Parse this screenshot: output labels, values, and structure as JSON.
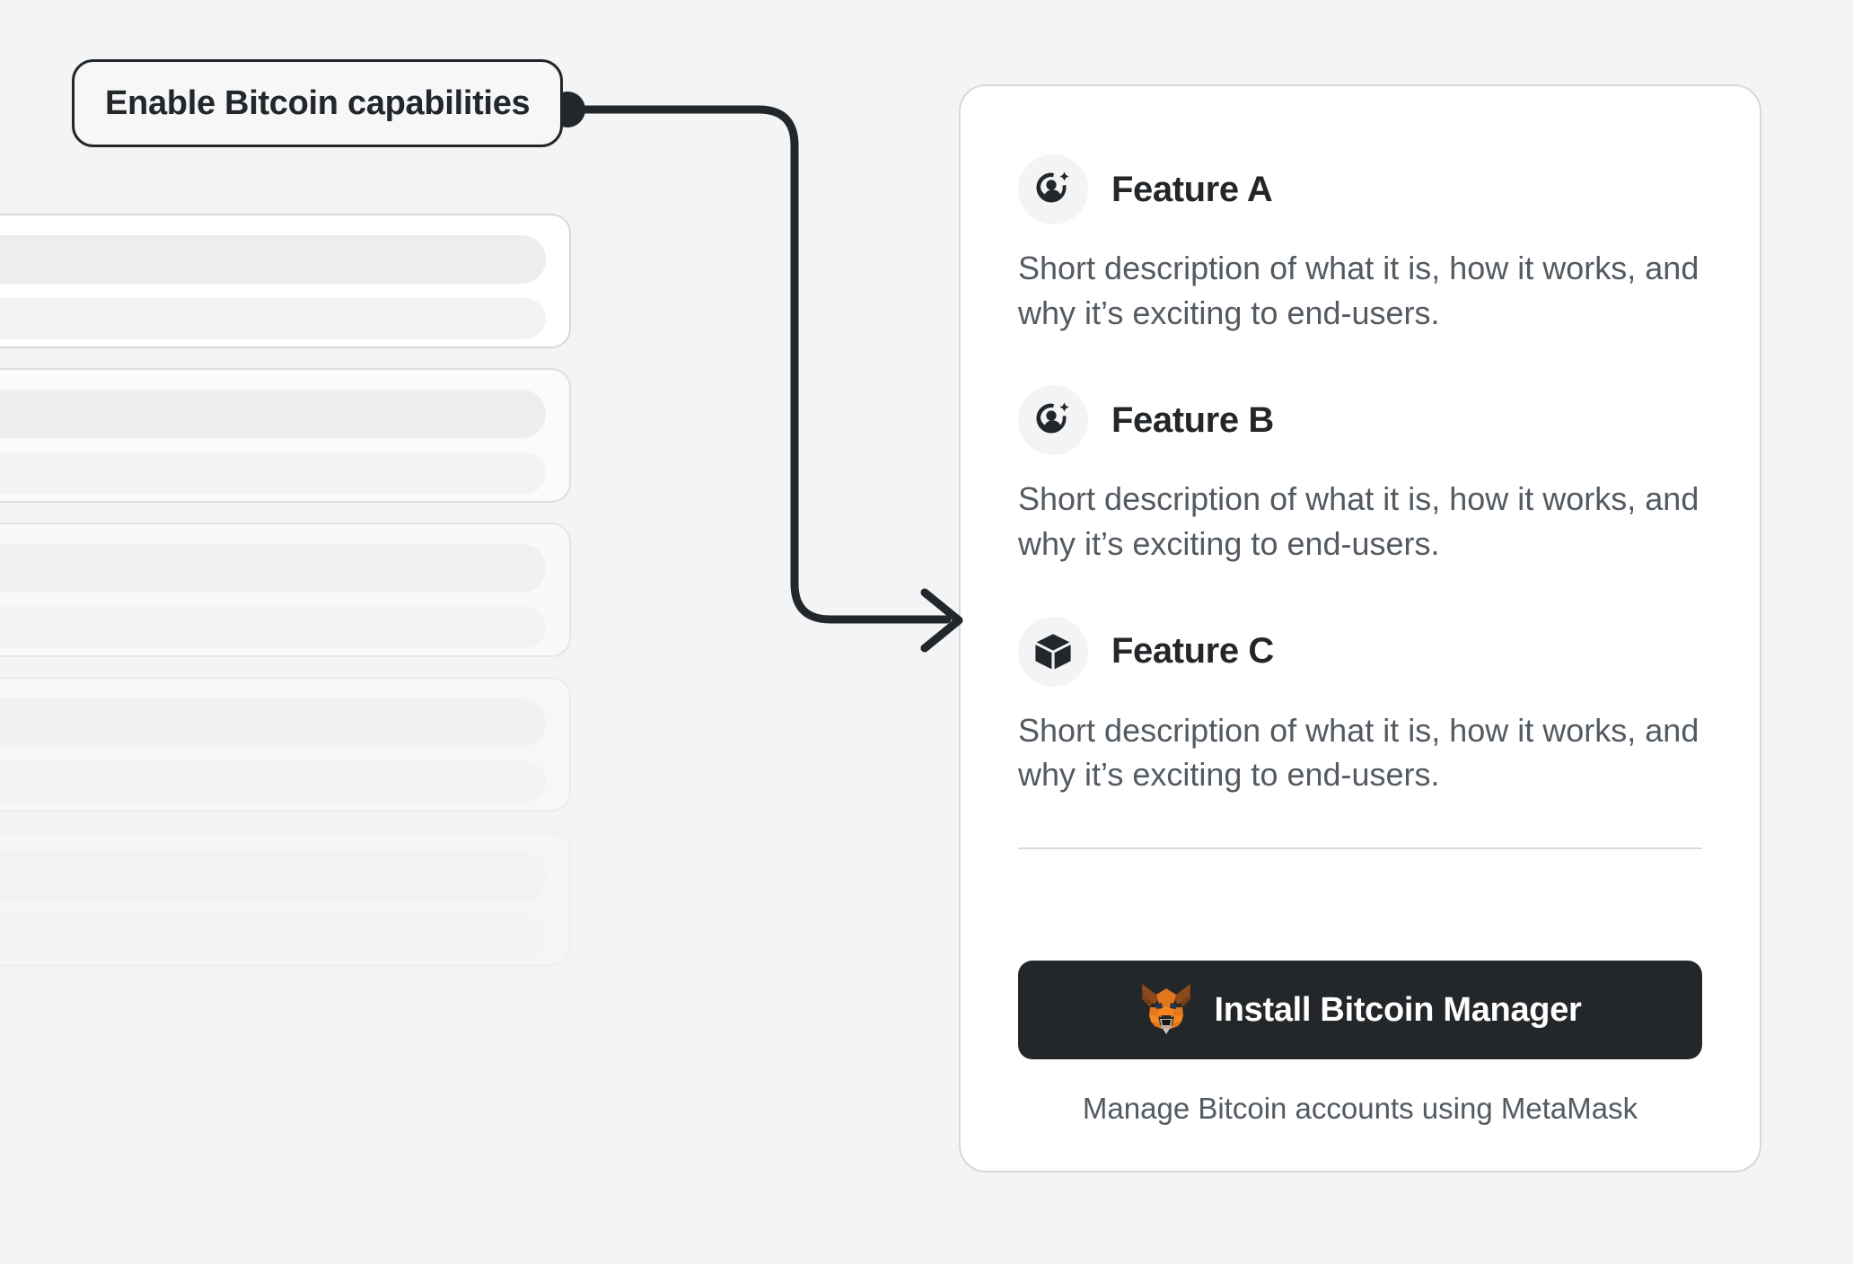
{
  "background_color": "#F2F4F6",
  "callout": {
    "label": "Enable Bitcoin capabilities",
    "border_color": "#24272A",
    "dot_color": "#24272A"
  },
  "connector": {
    "color": "#24272A",
    "shape": "elbow-arrow-right-down-right",
    "arrowhead": "open-chevron"
  },
  "skeleton_list": {
    "item_count": 6,
    "card_background": "#FFFFFF",
    "card_border_color": "#D6D9DC",
    "bar_color_primary": "#EBEDEF",
    "bar_color_secondary": "#F1F3F5",
    "items": [
      {
        "opacity_class": "f0"
      },
      {
        "opacity_class": "f1"
      },
      {
        "opacity_class": "f2"
      },
      {
        "opacity_class": "f3"
      },
      {
        "opacity_class": "f4"
      },
      {
        "opacity_class": "f5"
      }
    ]
  },
  "feature_card": {
    "background": "#FFFFFF",
    "border_color": "#D6D9DC",
    "features": [
      {
        "icon": "add-user-icon",
        "title": "Feature A",
        "description": "Short description of what it is, how it works, and why it’s exciting to end-users."
      },
      {
        "icon": "add-user-icon",
        "title": "Feature B",
        "description": "Short description of what it is, how it works, and why it’s exciting to end-users."
      },
      {
        "icon": "cube-icon",
        "title": "Feature C",
        "description": "Short description of what it is, how it works, and why it’s exciting to end-users."
      }
    ],
    "footer": {
      "button_icon": "metamask-fox-icon",
      "button_label": "Install Bitcoin Manager",
      "button_background": "#24272A",
      "button_text_color": "#FFFFFF",
      "caption": "Manage Bitcoin accounts using MetaMask"
    }
  },
  "colors": {
    "text_primary": "#24272A",
    "text_secondary": "#535A61",
    "fox_orange": "#E2761B",
    "fox_light_orange": "#F6851B",
    "fox_dark_brown": "#763D16",
    "fox_cream": "#C0AD9E"
  }
}
